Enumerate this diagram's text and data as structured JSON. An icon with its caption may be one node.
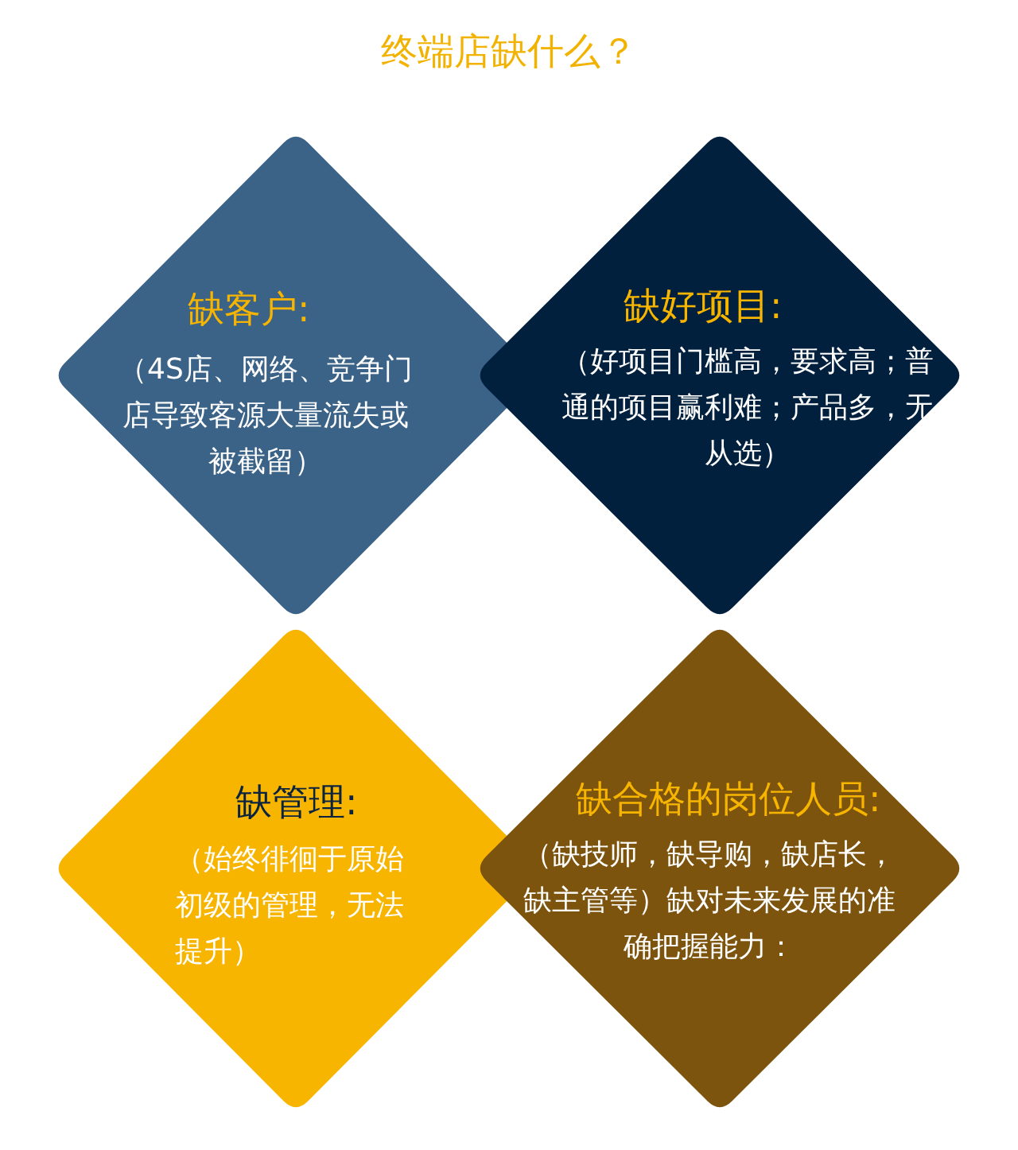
{
  "diagram": {
    "title": "终端店缺什么？",
    "nodes": [
      {
        "text": [
          "缺客户:",
          "（4S店、网络、竞争门店导致客源大量流失或被截留）"
        ]
      },
      {
        "text": [
          "缺好项目:",
          "（好项目门槛高，要求高；普通的项目赢利难；产品多，无从选）"
        ]
      },
      {
        "text": [
          "缺管理:",
          "（始终徘徊于原始初级的管理，无法提升）"
        ]
      },
      {
        "text": [
          "缺合格的岗位人员:",
          "（缺技师，缺导购，缺店长，缺主管等）缺对未来发展的准确把握能力："
        ]
      }
    ]
  }
}
